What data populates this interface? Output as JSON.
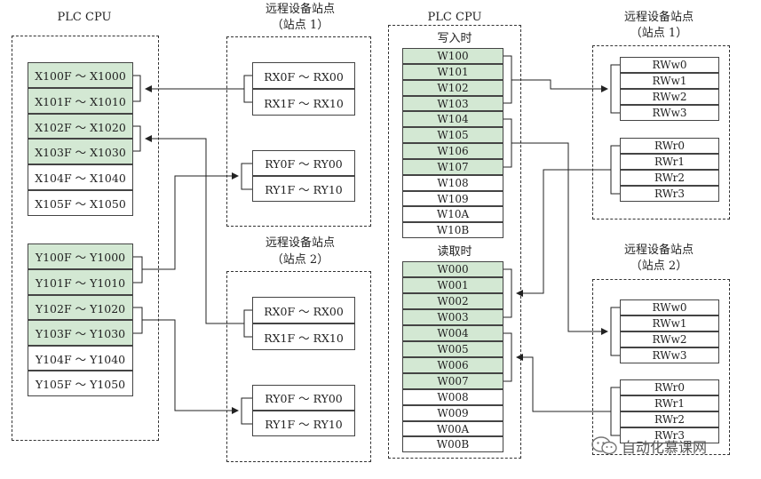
{
  "plc_cpu_left": {
    "title": "PLC CPU",
    "x_rows": [
      "X100F ～ X1000",
      "X101F ～ X1010",
      "X102F ～ X1020",
      "X103F ～ X1030",
      "X104F ～ X1040",
      "X105F ～ X1050"
    ],
    "y_rows": [
      "Y100F ～ Y1000",
      "Y101F ～ Y1010",
      "Y102F ～ Y1020",
      "Y103F ～ Y1030",
      "Y104F ～ Y1040",
      "Y105F ～ Y1050"
    ]
  },
  "remote_station_1": {
    "title_line1": "远程设备站点",
    "title_line2": "（站点 1）",
    "rx_rows": [
      "RX0F ～ RX00",
      "RX1F ～ RX10"
    ],
    "ry_rows": [
      "RY0F ～ RY00",
      "RY1F ～ RY10"
    ]
  },
  "remote_station_2": {
    "title_line1": "远程设备站点",
    "title_line2": "（站点 2）",
    "rx_rows": [
      "RX0F ～ RX00",
      "RX1F ～ RX10"
    ],
    "ry_rows": [
      "RY0F ～ RY00",
      "RY1F ～ RY10"
    ]
  },
  "plc_cpu_right": {
    "title": "PLC CPU",
    "write_label": "写入时",
    "write_rows": [
      "W100",
      "W101",
      "W102",
      "W103",
      "W104",
      "W105",
      "W106",
      "W107",
      "W108",
      "W109",
      "W10A",
      "W10B"
    ],
    "read_label": "读取时",
    "read_rows": [
      "W000",
      "W001",
      "W002",
      "W003",
      "W004",
      "W005",
      "W006",
      "W007",
      "W008",
      "W009",
      "W00A",
      "W00B"
    ]
  },
  "right_station_1": {
    "title_line1": "远程设备站点",
    "title_line2": "（站点 1）",
    "rww_rows": [
      "RWw0",
      "RWw1",
      "RWw2",
      "RWw3"
    ],
    "rwr_rows": [
      "RWr0",
      "RWr1",
      "RWr2",
      "RWr3"
    ]
  },
  "right_station_2": {
    "title_line1": "远程设备站点",
    "title_line2": "（站点 2）",
    "rww_rows": [
      "RWw0",
      "RWw1",
      "RWw2",
      "RWw3"
    ],
    "rwr_rows": [
      "RWr0",
      "RWr1",
      "RWr2",
      "RWr3"
    ]
  },
  "watermark": {
    "text": "自动化慕课网",
    "icon": "wechat-icon"
  }
}
